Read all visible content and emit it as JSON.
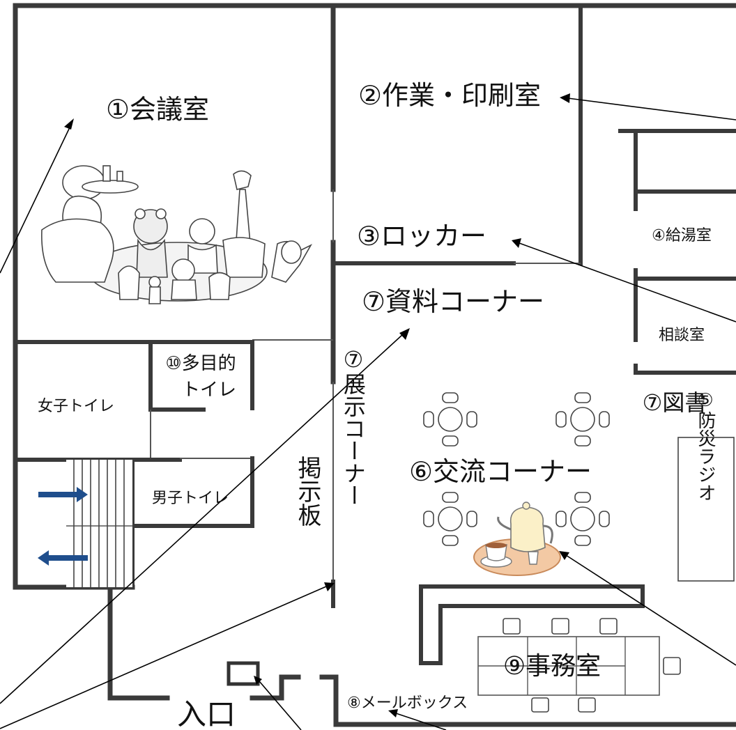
{
  "rooms": {
    "meeting_room": "①会議室",
    "work_print_room": "②作業・印刷室",
    "locker": "③ロッカー",
    "kitchenette": "④給湯室",
    "consultation_room": "相談室",
    "library": "⑦図書",
    "materials_corner": "⑦資料コーナー",
    "multipurpose_toilet_line1": "⑩多目的",
    "multipurpose_toilet_line2": "トイレ",
    "womens_toilet": "女子トイレ",
    "mens_toilet": "男子トイレ",
    "bulletin_board": "掲示板",
    "exhibition_corner": "⑦展示コーナー",
    "exchange_corner": "⑥交流コーナー",
    "disaster_radio": "⑤防災ラジオ",
    "office": "⑨事務室",
    "mailbox": "⑧メールボックス",
    "entrance": "入口"
  },
  "colors": {
    "wall": "#3a3a3a",
    "stair_arrow": "#1f4e8c",
    "tray": "#f3c9a4",
    "teapot": "#fbf0c8"
  },
  "icons": [
    "animals-meeting-illustration",
    "tea-set-illustration",
    "table-with-chairs-icon",
    "stair-arrow-icon"
  ]
}
